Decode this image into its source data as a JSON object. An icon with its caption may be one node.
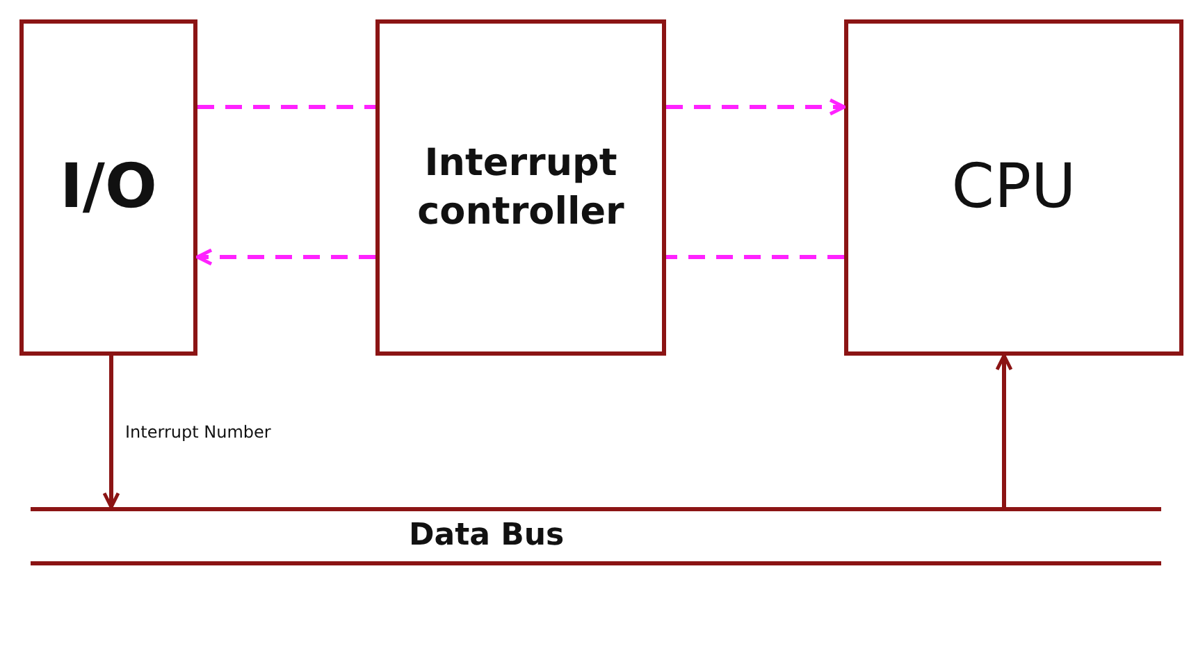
{
  "diagram": {
    "nodes": [
      {
        "text": [
          "I/O"
        ]
      },
      {
        "text": [
          "Interrupt controller"
        ]
      },
      {
        "text": [
          "CPU"
        ]
      },
      {
        "text": [
          "Data Bus"
        ]
      }
    ],
    "edges": [
      {
        "from": 0,
        "to": 1,
        "arrow": "none",
        "style": "dashed",
        "color": "#ff22ff"
      },
      {
        "from": 1,
        "to": 2,
        "arrow": "to",
        "style": "dashed",
        "color": "#ff22ff"
      },
      {
        "from": 2,
        "to": 1,
        "arrow": "none",
        "style": "dashed",
        "color": "#ff22ff"
      },
      {
        "from": 1,
        "to": 0,
        "arrow": "to",
        "style": "dashed",
        "color": "#ff22ff"
      },
      {
        "from": 0,
        "to": 3,
        "arrow": "to",
        "label": "Interrupt Number",
        "color": "#8b1414"
      },
      {
        "from": 3,
        "to": 2,
        "arrow": "to",
        "color": "#8b1414"
      }
    ]
  }
}
